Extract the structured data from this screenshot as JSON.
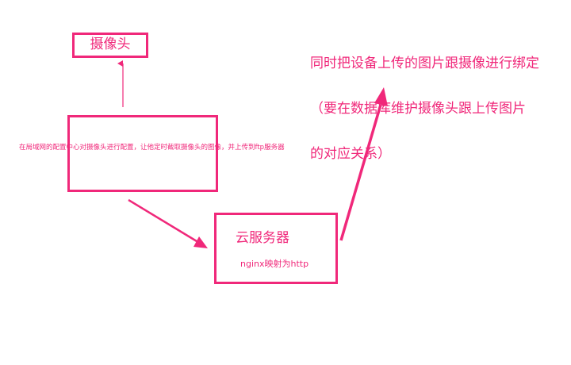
{
  "colors": {
    "accent": "#f0287a"
  },
  "camera": {
    "label": "摄像头"
  },
  "lan_node": {
    "note": "在局域网的配置中心对摄像头进行配置，让他定时截取摄像头的图像，并上传到ftp服务器"
  },
  "server": {
    "title": "云服务器",
    "subtitle": "nginx映射为http"
  },
  "annotation": {
    "lines": [
      "同时把设备上传的图片跟摄像进行绑定",
      "（要在数据库维护摄像头跟上传图片",
      "的对应关系）"
    ]
  }
}
